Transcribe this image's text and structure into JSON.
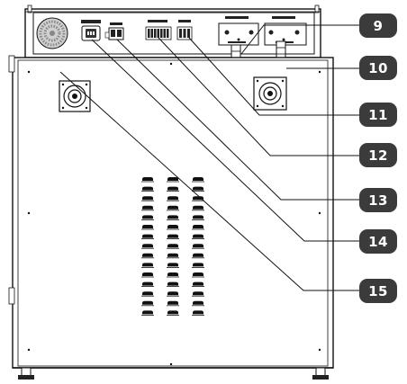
{
  "callouts": [
    {
      "id": "9",
      "label": "9"
    },
    {
      "id": "10",
      "label": "10"
    },
    {
      "id": "11",
      "label": "11"
    },
    {
      "id": "12",
      "label": "12"
    },
    {
      "id": "13",
      "label": "13"
    },
    {
      "id": "14",
      "label": "14"
    },
    {
      "id": "15",
      "label": "15"
    }
  ],
  "colors": {
    "badge": "#3b3b3b",
    "badge_text": "#ffffff",
    "outline": "#111111",
    "panel_fill": "#ffffff",
    "mesh": "#e6e6e6"
  }
}
